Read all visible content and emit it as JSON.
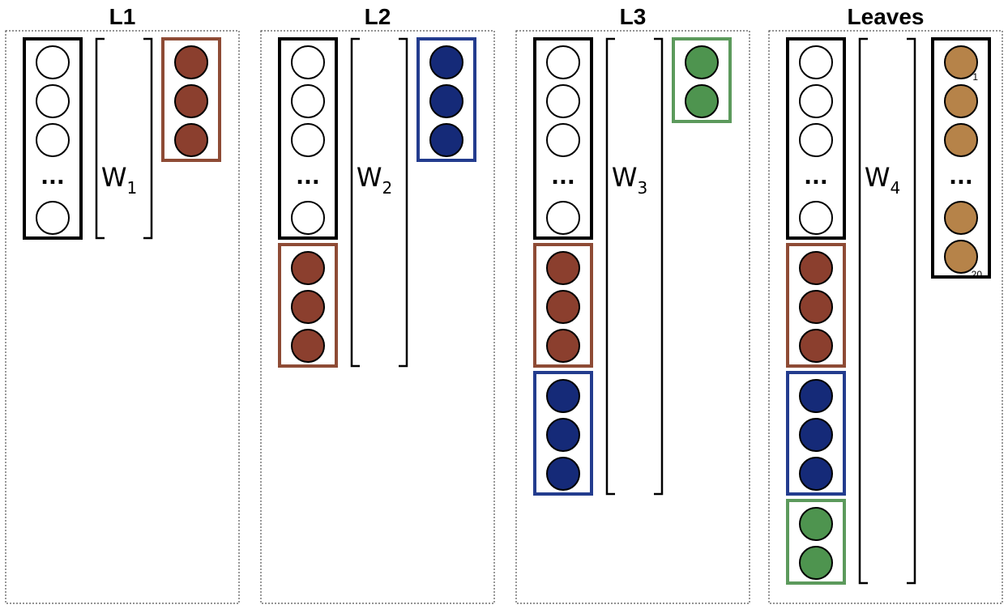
{
  "colors": {
    "brown": "#8B3F2E",
    "brown_border": "#8E4B35",
    "blue": "#152A78",
    "blue_border": "#233C8E",
    "green": "#4E944F",
    "green_border": "#5C9A5C",
    "tan": "#B68349",
    "panel_border": "#555555"
  },
  "panels": [
    {
      "title": "L1",
      "weight": {
        "letter": "W",
        "sub": "1"
      },
      "input_groups": [
        {
          "kind": "hidden",
          "color": "white",
          "ellipsis": "...",
          "count_top": 3,
          "count_bottom": 1
        }
      ],
      "output": {
        "color": "brown",
        "count": 3
      }
    },
    {
      "title": "L2",
      "weight": {
        "letter": "W",
        "sub": "2"
      },
      "input_groups": [
        {
          "kind": "hidden",
          "color": "white",
          "ellipsis": "...",
          "count_top": 3,
          "count_bottom": 1
        },
        {
          "kind": "prev",
          "color": "brown",
          "count": 3
        }
      ],
      "output": {
        "color": "blue",
        "count": 3
      }
    },
    {
      "title": "L3",
      "weight": {
        "letter": "W",
        "sub": "3"
      },
      "input_groups": [
        {
          "kind": "hidden",
          "color": "white",
          "ellipsis": "...",
          "count_top": 3,
          "count_bottom": 1
        },
        {
          "kind": "prev",
          "color": "brown",
          "count": 3
        },
        {
          "kind": "prev",
          "color": "blue",
          "count": 3
        }
      ],
      "output": {
        "color": "green",
        "count": 2
      }
    },
    {
      "title": "Leaves",
      "weight": {
        "letter": "W",
        "sub": "4"
      },
      "input_groups": [
        {
          "kind": "hidden",
          "color": "white",
          "ellipsis": "...",
          "count_top": 3,
          "count_bottom": 1
        },
        {
          "kind": "prev",
          "color": "brown",
          "count": 3
        },
        {
          "kind": "prev",
          "color": "blue",
          "count": 3
        },
        {
          "kind": "prev",
          "color": "green",
          "count": 2
        }
      ],
      "output": {
        "color": "tan",
        "ellipsis": "...",
        "count_top": 3,
        "count_bottom": 2,
        "first_index": "1",
        "last_index": "20"
      }
    }
  ]
}
